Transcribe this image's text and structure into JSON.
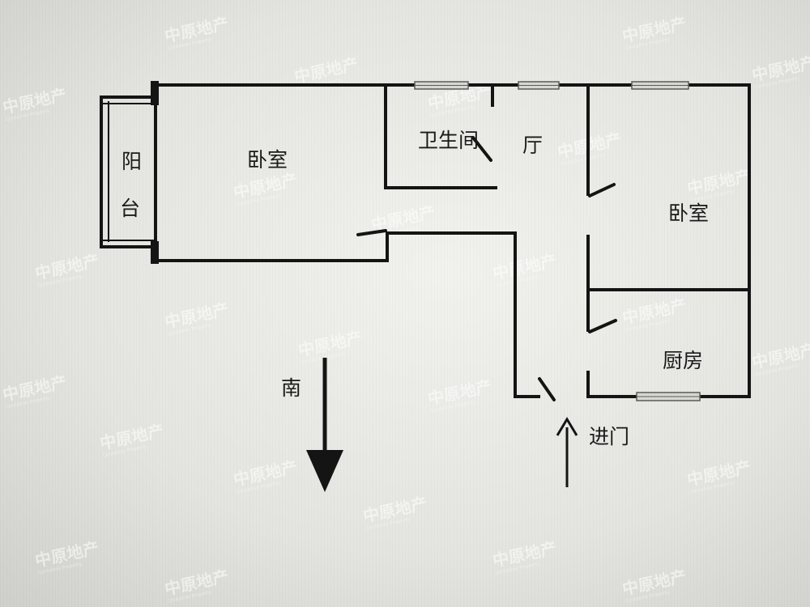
{
  "rooms": {
    "bedroom_main": "卧室",
    "bathroom": "卫生间",
    "living": "厅",
    "bedroom_second": "卧室",
    "kitchen": "厨房",
    "balcony_1": "阳",
    "balcony_2": "台"
  },
  "compass": {
    "label": "南"
  },
  "entrance": {
    "label": "进门"
  },
  "watermark": {
    "text": "中原地产",
    "subtext": "Centaline Property"
  },
  "colors": {
    "wall": "#141414",
    "background": "#e6e6e2"
  }
}
